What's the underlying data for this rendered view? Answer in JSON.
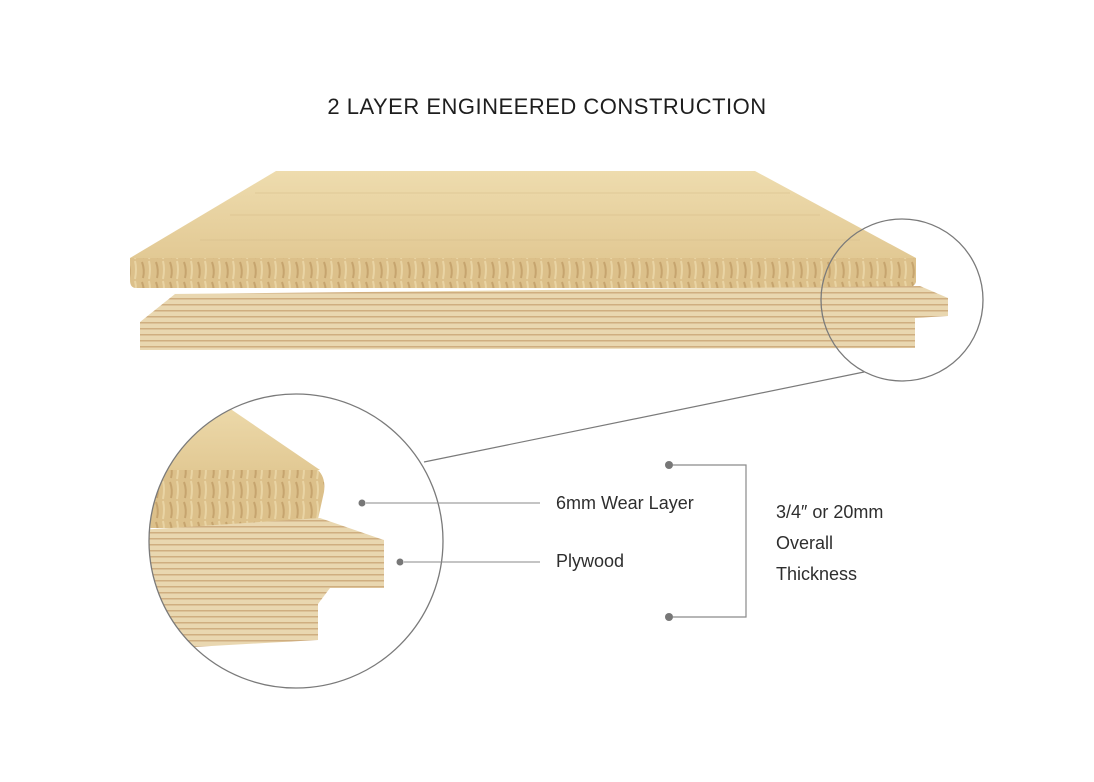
{
  "title": "2 LAYER ENGINEERED CONSTRUCTION",
  "labels": {
    "wear_layer": "6mm Wear Layer",
    "plywood": "Plywood"
  },
  "thickness": {
    "line1": "3/4″ or 20mm",
    "line2": "Overall",
    "line3": "Thickness"
  },
  "colors": {
    "top_face": "#e8d3a2",
    "wear_edge": "#ddc08a",
    "plywood_light": "#ecdcb8",
    "plywood_dark": "#c9a574",
    "leader_line": "#8a8a8a",
    "bracket": "#8a8a8a",
    "marker": "#777777"
  }
}
